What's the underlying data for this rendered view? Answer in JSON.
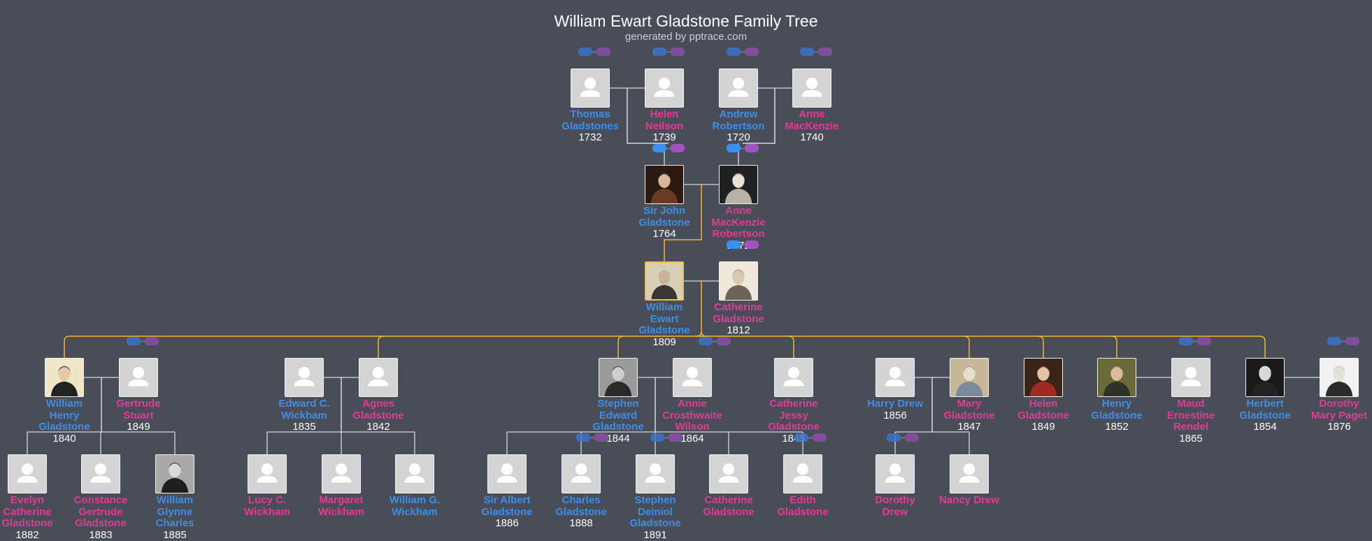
{
  "header": {
    "title": "William Ewart Gladstone Family Tree",
    "subtitle": "generated by pptrace.com"
  },
  "people": {
    "thomas": {
      "lines": [
        "Thomas",
        "Gladstones"
      ],
      "year": "1732",
      "sex": "m"
    },
    "helen_n": {
      "lines": [
        "Helen",
        "Neilson"
      ],
      "year": "1739",
      "sex": "f"
    },
    "andrew": {
      "lines": [
        "Andrew",
        "Robertson"
      ],
      "year": "1720",
      "sex": "m"
    },
    "anne_mk": {
      "lines": [
        "Anne",
        "MacKenzie"
      ],
      "year": "1740",
      "sex": "f"
    },
    "sir_john": {
      "lines": [
        "Sir John",
        "Gladstone"
      ],
      "year": "1764",
      "sex": "m"
    },
    "anne_mkr": {
      "lines": [
        "Anne",
        "MacKenzie",
        "Robertson"
      ],
      "year": "1772",
      "sex": "f"
    },
    "william_e": {
      "lines": [
        "William",
        "Ewart",
        "Gladstone"
      ],
      "year": "1809",
      "sex": "m"
    },
    "catherine_g": {
      "lines": [
        "Catherine",
        "Gladstone"
      ],
      "year": "1812",
      "sex": "f"
    },
    "william_h": {
      "lines": [
        "William",
        "Henry",
        "Gladstone"
      ],
      "year": "1840",
      "sex": "m"
    },
    "gertrude": {
      "lines": [
        "Gertrude",
        "Stuart"
      ],
      "year": "1849",
      "sex": "f"
    },
    "edward": {
      "lines": [
        "Edward C.",
        "Wickham"
      ],
      "year": "1835",
      "sex": "m"
    },
    "agnes": {
      "lines": [
        "Agnes",
        "Gladstone"
      ],
      "year": "1842",
      "sex": "f"
    },
    "stephen_e": {
      "lines": [
        "Stephen",
        "Edward",
        "Gladstone"
      ],
      "year": "1844",
      "sex": "m"
    },
    "annie": {
      "lines": [
        "Annie",
        "Crosthwaite",
        "Wilson"
      ],
      "year": "1864",
      "sex": "f"
    },
    "catherine_j": {
      "lines": [
        "Catherine",
        "Jessy",
        "Gladstone"
      ],
      "year": "1845",
      "sex": "f"
    },
    "harry": {
      "lines": [
        "Harry Drew"
      ],
      "year": "1856",
      "sex": "m"
    },
    "mary": {
      "lines": [
        "Mary",
        "Gladstone"
      ],
      "year": "1847",
      "sex": "f"
    },
    "helen_g": {
      "lines": [
        "Helen",
        "Gladstone"
      ],
      "year": "1849",
      "sex": "f"
    },
    "henry": {
      "lines": [
        "Henry",
        "Gladstone"
      ],
      "year": "1852",
      "sex": "m"
    },
    "maud": {
      "lines": [
        "Maud",
        "Ernestine",
        "Rendel"
      ],
      "year": "1865",
      "sex": "f"
    },
    "herbert": {
      "lines": [
        "Herbert",
        "Gladstone"
      ],
      "year": "1854",
      "sex": "m"
    },
    "dorothy_mp": {
      "lines": [
        "Dorothy",
        "Mary Paget"
      ],
      "year": "1876",
      "sex": "f"
    },
    "evelyn": {
      "lines": [
        "Evelyn",
        "Catherine",
        "Gladstone"
      ],
      "year": "1882",
      "sex": "f"
    },
    "constance": {
      "lines": [
        "Constance",
        "Gertrude",
        "Gladstone"
      ],
      "year": "1883",
      "sex": "f"
    },
    "william_gc": {
      "lines": [
        "William",
        "Glynne",
        "Charles"
      ],
      "year": "1885",
      "sex": "m"
    },
    "lucy": {
      "lines": [
        "Lucy C.",
        "Wickham"
      ],
      "year": "",
      "sex": "f"
    },
    "margaret": {
      "lines": [
        "Margaret",
        "Wickham"
      ],
      "year": "",
      "sex": "f"
    },
    "william_gw": {
      "lines": [
        "William G.",
        "Wickham"
      ],
      "year": "",
      "sex": "m"
    },
    "sir_albert": {
      "lines": [
        "Sir Albert",
        "Gladstone"
      ],
      "year": "1886",
      "sex": "m"
    },
    "charles": {
      "lines": [
        "Charles",
        "Gladstone"
      ],
      "year": "1888",
      "sex": "m"
    },
    "stephen_d": {
      "lines": [
        "Stephen",
        "Deiniol",
        "Gladstone"
      ],
      "year": "1891",
      "sex": "m"
    },
    "catherine_g2": {
      "lines": [
        "Catherine",
        "Gladstone"
      ],
      "year": "",
      "sex": "f"
    },
    "edith": {
      "lines": [
        "Edith",
        "Gladstone"
      ],
      "year": "",
      "sex": "f"
    },
    "dorothy_d": {
      "lines": [
        "Dorothy",
        "Drew"
      ],
      "year": "",
      "sex": "f"
    },
    "nancy": {
      "lines": [
        "Nancy Drew"
      ],
      "year": "",
      "sex": "f"
    }
  },
  "colors": {
    "background": "#484d57",
    "male": "#3e8ee6",
    "female": "#e13b97",
    "lineage_line": "#f2b535",
    "connector_line": "#d7d9dd",
    "focus_border": "#f2c048"
  },
  "icons": {
    "placeholder": "person-silhouette-icon",
    "expand_up": "expand-ancestors-pill",
    "expand_down": "expand-descendants-pill"
  }
}
